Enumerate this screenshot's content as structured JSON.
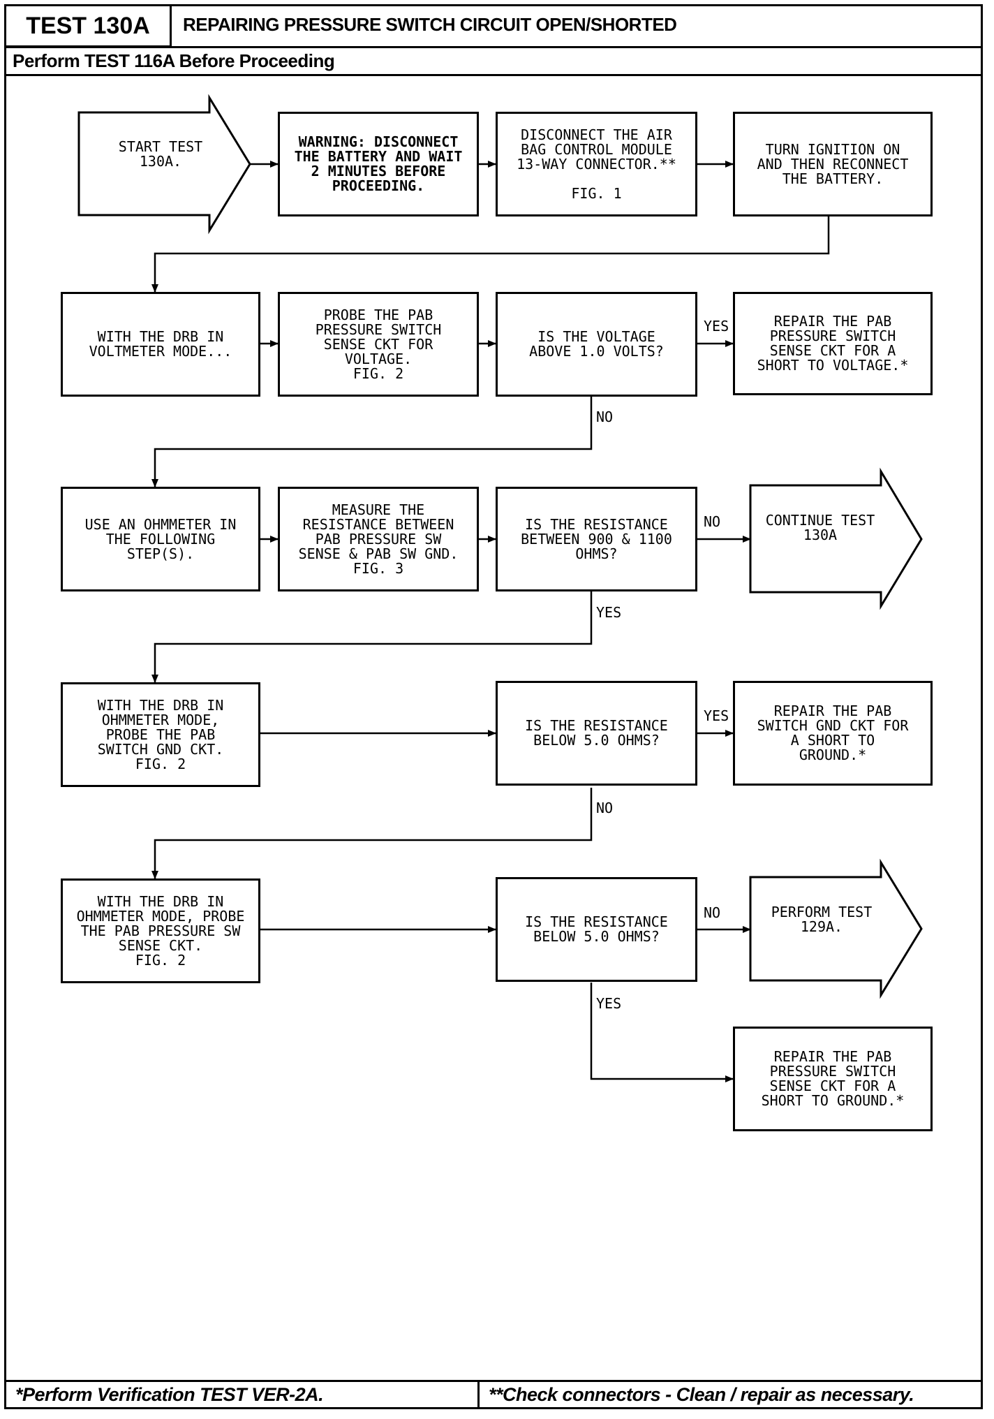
{
  "header": {
    "test_label": "TEST 130A",
    "title": "REPAIRING PRESSURE SWITCH CIRCUIT OPEN/SHORTED",
    "prerequisite": "Perform TEST 116A Before Proceeding"
  },
  "flow": {
    "start": "START TEST\n130A.",
    "warning": "WARNING: DISCONNECT\nTHE BATTERY AND WAIT\n2 MINUTES BEFORE\nPROCEEDING.",
    "disconnect_module": "DISCONNECT THE AIR\nBAG CONTROL MODULE\n13-WAY CONNECTOR.**\n\nFIG. 1",
    "ignition_on": "TURN IGNITION ON\nAND THEN RECONNECT\nTHE BATTERY.",
    "drb_voltmeter": "WITH THE DRB IN\nVOLTMETER MODE...",
    "probe_sense_voltage": "PROBE THE PAB\nPRESSURE SWITCH\nSENSE CKT FOR\nVOLTAGE.\nFIG. 2",
    "q_voltage": "IS THE VOLTAGE\nABOVE 1.0 VOLTS?",
    "repair_short_voltage": "REPAIR THE PAB\nPRESSURE SWITCH\nSENSE CKT FOR A\nSHORT TO VOLTAGE.*",
    "use_ohmmeter": "USE AN OHMMETER IN\nTHE FOLLOWING\nSTEP(S).",
    "measure_resistance": "MEASURE THE\nRESISTANCE BETWEEN\nPAB PRESSURE SW\nSENSE & PAB SW GND.\nFIG. 3",
    "q_resistance_range": "IS THE RESISTANCE\nBETWEEN 900 & 1100\nOHMS?",
    "continue_test": "CONTINUE TEST\n130A",
    "drb_ohm_gnd": "WITH THE DRB IN\nOHMMETER MODE,\nPROBE THE PAB\nSWITCH GND CKT.\nFIG. 2",
    "q_resistance_below_1": "IS THE RESISTANCE\nBELOW 5.0 OHMS?",
    "repair_gnd_short": "REPAIR THE PAB\nSWITCH GND CKT FOR\nA SHORT TO\nGROUND.*",
    "drb_ohm_sense": "WITH THE DRB IN\nOHMMETER MODE, PROBE\nTHE PAB PRESSURE SW\nSENSE CKT.\nFIG. 2",
    "q_resistance_below_2": "IS THE RESISTANCE\nBELOW 5.0 OHMS?",
    "perform_test": "PERFORM TEST\n129A.",
    "repair_sense_short_ground": "REPAIR THE PAB\nPRESSURE SWITCH\nSENSE CKT FOR A\nSHORT TO GROUND.*"
  },
  "labels": {
    "yes": "YES",
    "no": "NO"
  },
  "footer": {
    "left": "*Perform Verification TEST VER-2A.",
    "right": "**Check connectors - Clean / repair as necessary."
  }
}
